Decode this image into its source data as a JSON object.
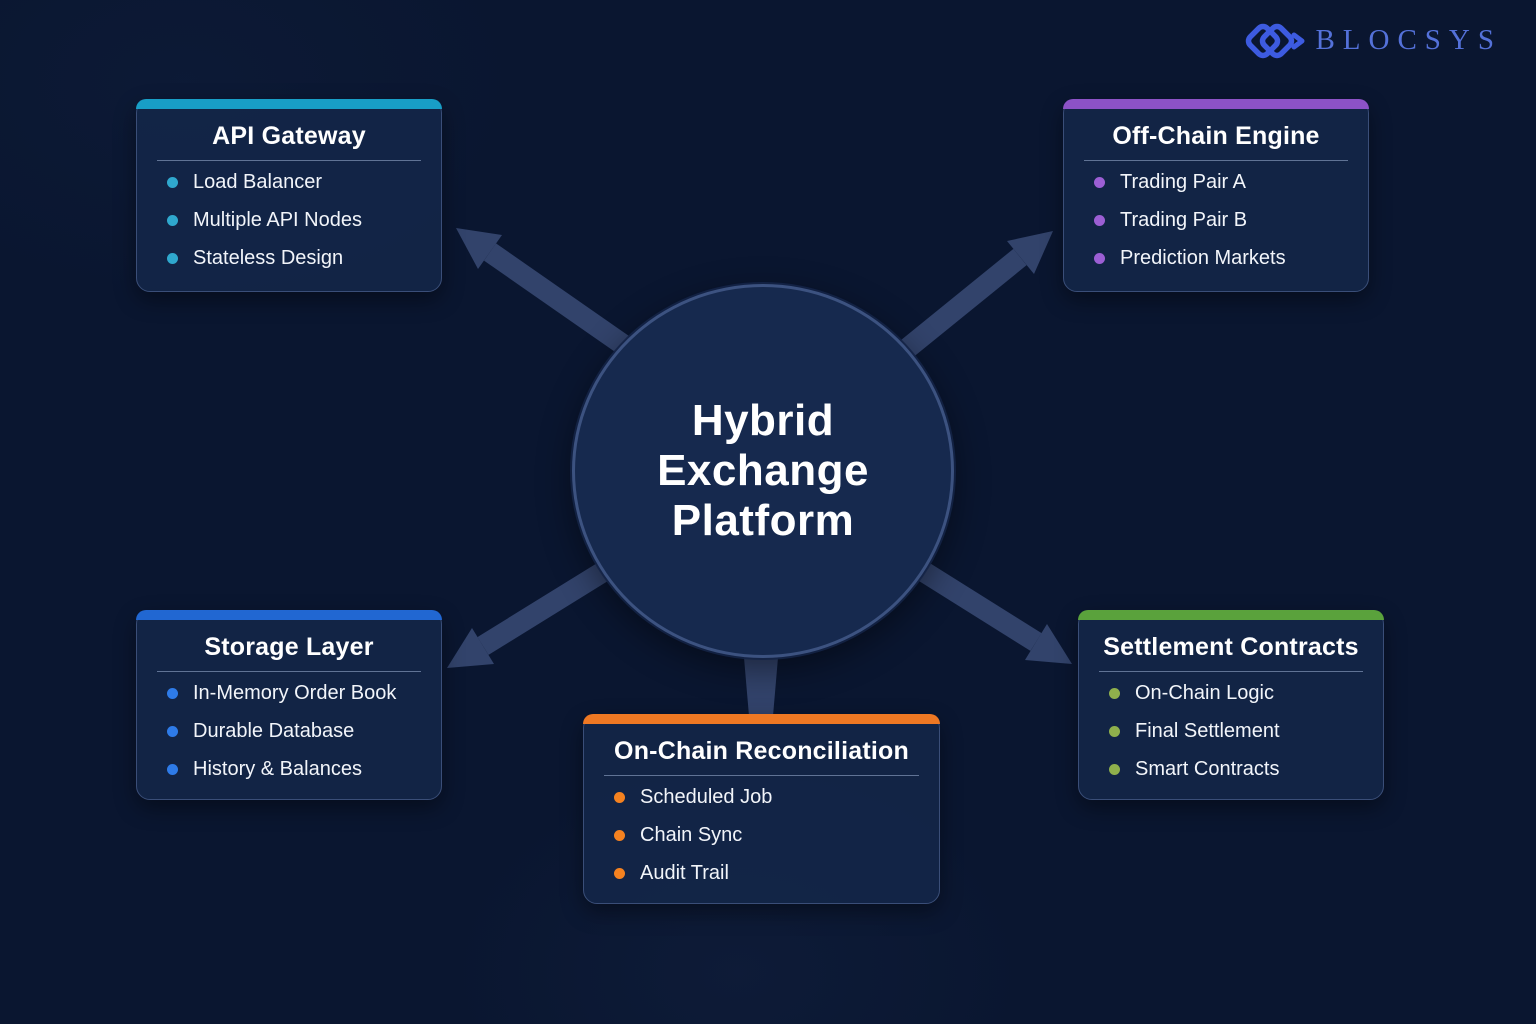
{
  "page": {
    "background_color": "#0A1630",
    "arrow_color": "#32436B",
    "card_background": "#132648"
  },
  "logo": {
    "brand": "BLOCSYS",
    "mark_icon": "interlocked-diamonds-chevron",
    "mark_color": "#3D5BE0",
    "text_color": "#5471D9"
  },
  "center": {
    "title_lines": [
      "Hybrid",
      "Exchange",
      "Platform"
    ]
  },
  "boxes": [
    {
      "id": "api-gateway",
      "title": "API Gateway",
      "accent_color": "#189EC6",
      "bullet_color": "#2FA8CE",
      "items": [
        "Load Balancer",
        "Multiple API Nodes",
        "Stateless Design"
      ]
    },
    {
      "id": "off-chain-engine",
      "title": "Off-Chain Engine",
      "accent_color": "#8C52C6",
      "bullet_color": "#9C5FD4",
      "items": [
        "Trading Pair A",
        "Trading Pair B",
        "Prediction Markets"
      ]
    },
    {
      "id": "storage-layer",
      "title": "Storage Layer",
      "accent_color": "#2167D2",
      "bullet_color": "#2E7BE8",
      "items": [
        "In-Memory Order Book",
        "Durable Database",
        "History & Balances"
      ]
    },
    {
      "id": "on-chain-reconciliation",
      "title": "On-Chain Reconciliation",
      "accent_color": "#EE7823",
      "bullet_color": "#F58220",
      "items": [
        "Scheduled Job",
        "Chain Sync",
        "Audit Trail"
      ]
    },
    {
      "id": "settlement-contracts",
      "title": "Settlement Contracts",
      "accent_color": "#5AA23C",
      "bullet_color": "#8FB04C",
      "items": [
        "On-Chain Logic",
        "Final Settlement",
        "Smart Contracts"
      ]
    }
  ]
}
